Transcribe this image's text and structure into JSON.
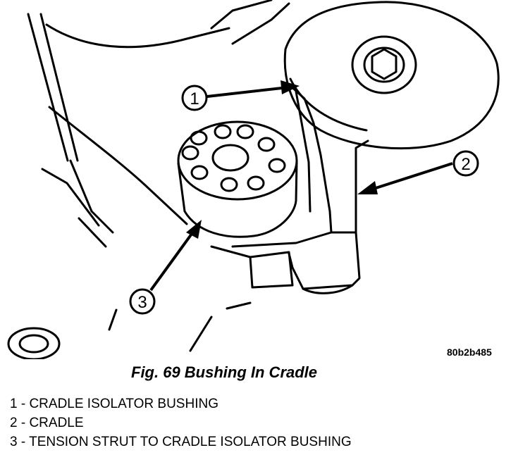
{
  "figure": {
    "caption": "Fig. 69 Bushing In Cradle",
    "image_code": "80b2b485"
  },
  "callouts": [
    {
      "number": "1"
    },
    {
      "number": "2"
    },
    {
      "number": "3"
    }
  ],
  "legend": [
    {
      "text": "1 - CRADLE ISOLATOR BUSHING"
    },
    {
      "text": "2 - CRADLE"
    },
    {
      "text": "3 - TENSION STRUT TO CRADLE ISOLATOR BUSHING"
    }
  ]
}
